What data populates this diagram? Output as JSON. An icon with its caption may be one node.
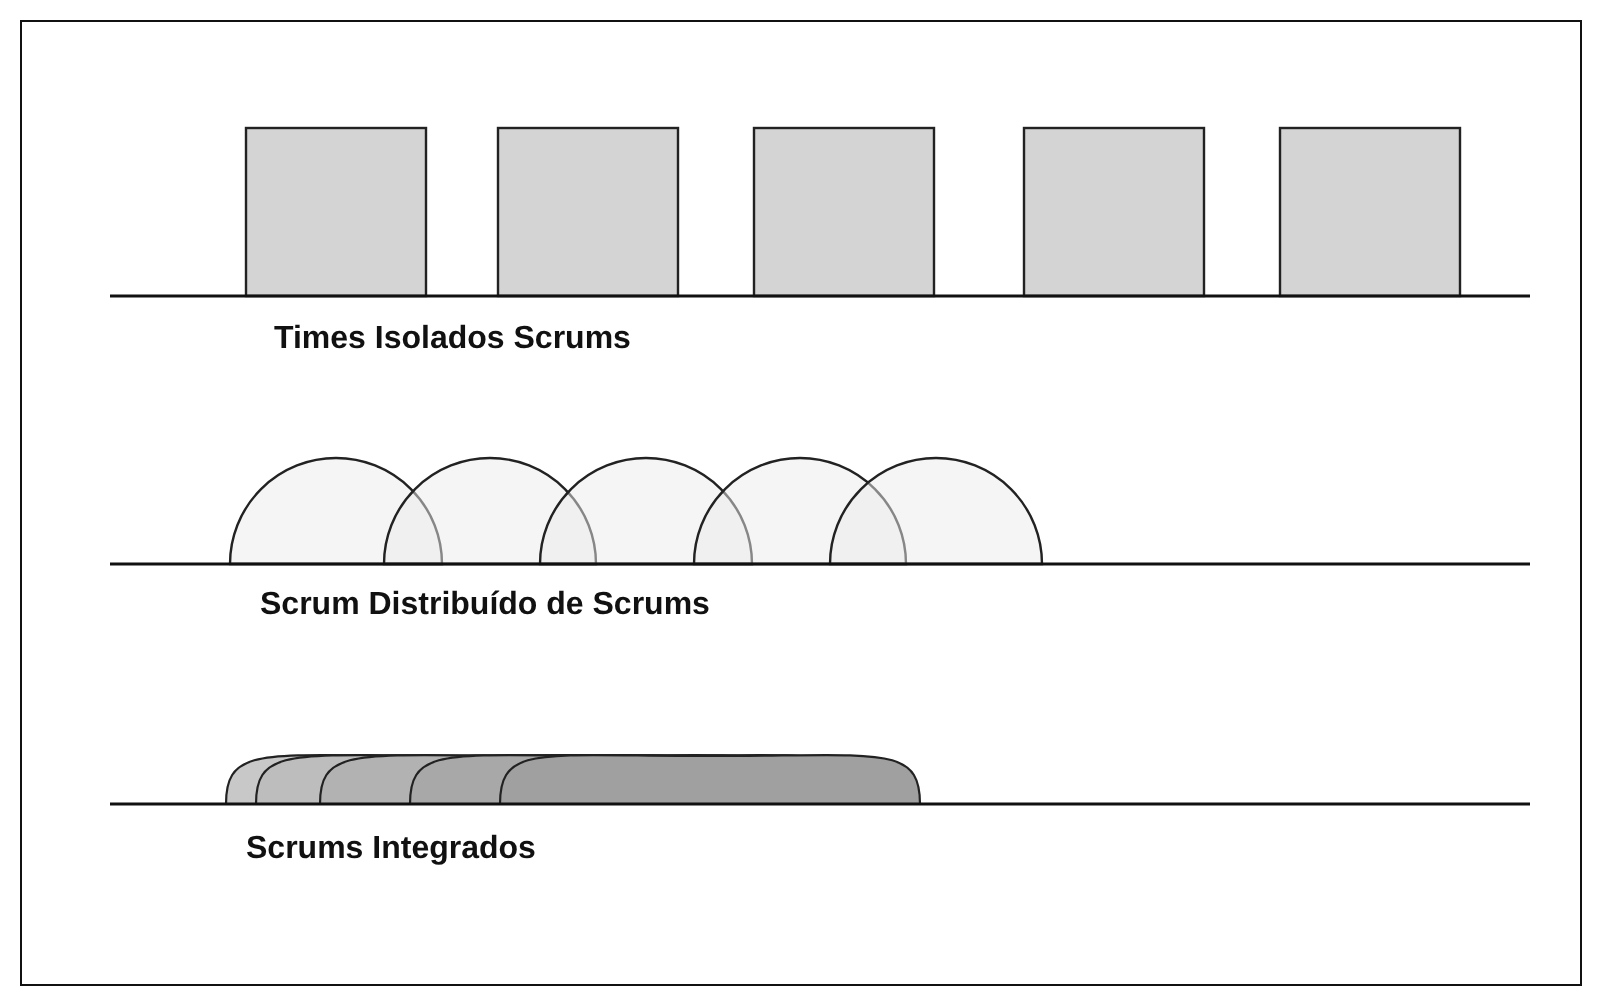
{
  "diagram": {
    "labels": [
      "Times Isolados Scrums",
      "Scrum Distribuído de Scrums",
      "Scrums Integrados"
    ]
  }
}
